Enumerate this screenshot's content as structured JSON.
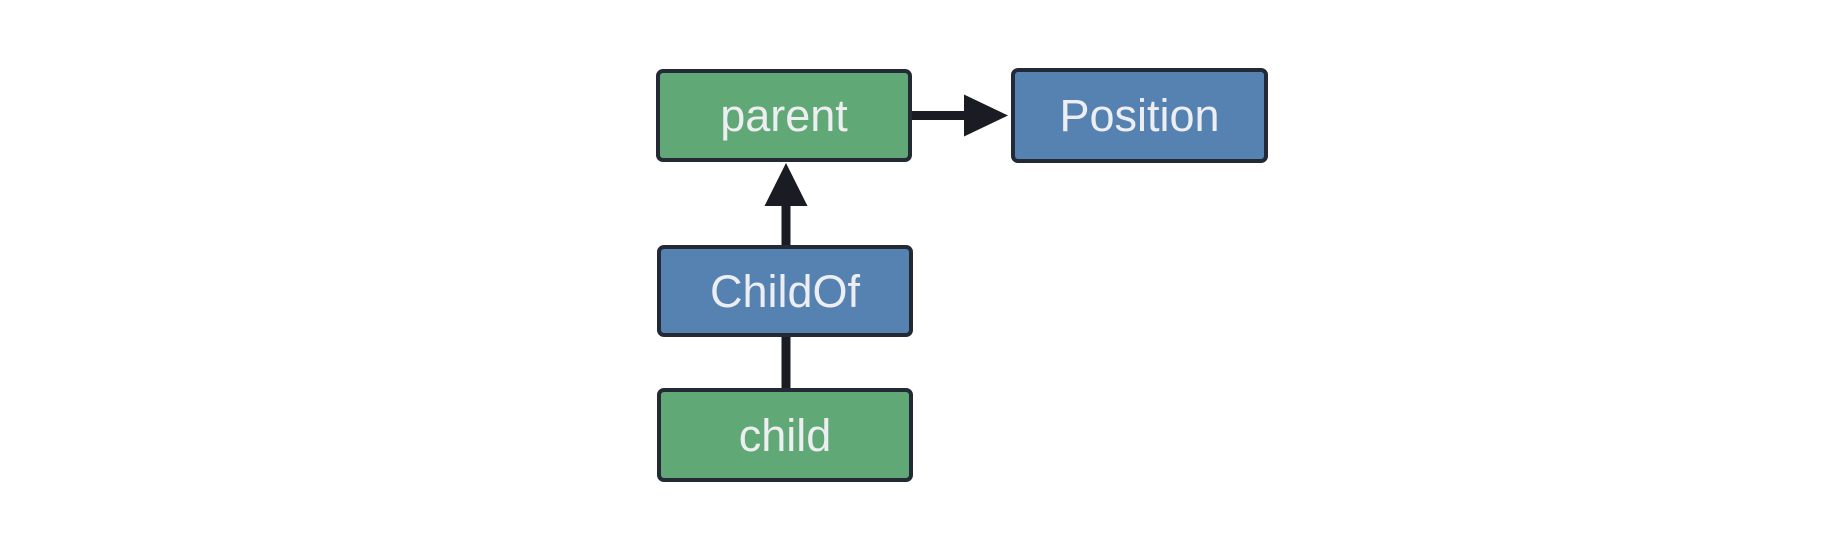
{
  "diagram": {
    "background": "#FFFFFF",
    "nodes": [
      {
        "id": "parent",
        "label": "parent",
        "color": "green"
      },
      {
        "id": "position",
        "label": "Position",
        "color": "blue"
      },
      {
        "id": "childof",
        "label": "ChildOf",
        "color": "blue"
      },
      {
        "id": "child",
        "label": "child",
        "color": "green"
      }
    ],
    "edges": [
      {
        "from": "parent",
        "to": "Position",
        "type": "arrow"
      },
      {
        "from": "ChildOf",
        "to": "parent",
        "type": "arrow"
      },
      {
        "from": "child",
        "to": "ChildOf",
        "type": "line"
      }
    ],
    "colors": {
      "entity_fill": "#61A877",
      "component_fill": "#5682B1",
      "node_border": "#242936",
      "edge": "#191C23",
      "text": "#EDEEF2"
    }
  }
}
